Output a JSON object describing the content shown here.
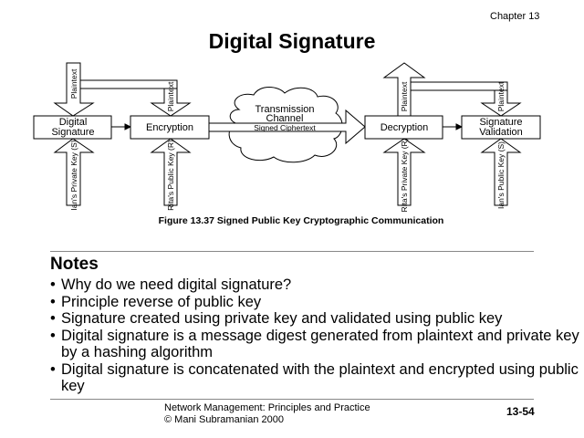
{
  "header": {
    "chapter": "Chapter 13",
    "title": "Digital Signature"
  },
  "diagram": {
    "boxes": {
      "signature_line1": "Digital",
      "signature_line2": "Signature",
      "encryption": "Encryption",
      "decryption": "Decryption",
      "validation_line1": "Signature",
      "validation_line2": "Validation"
    },
    "cloud_line1": "Transmission",
    "cloud_line2": "Channel",
    "cipher_label": "Signed Ciphertext",
    "plaintext": "Plaintext",
    "keys": {
      "ian_private": "Ian's Private Key (S)",
      "rita_public": "Rita's Public Key (R)",
      "rita_private": "Rita's Private Key (R)",
      "ian_public": "Ian's Public Key (S)"
    }
  },
  "caption": "Figure 13.37 Signed Public Key Cryptographic Communication",
  "notes": {
    "heading": "Notes",
    "bullets": [
      "Why do we need digital signature?",
      "Principle reverse of public key",
      "Signature created using private key and validated using public key",
      "Digital signature is a message digest generated from plaintext and private key by a hashing algorithm",
      "Digital signature is concatenated with the plaintext and encrypted using public key"
    ]
  },
  "footer": {
    "line1": "Network Management: Principles and Practice",
    "line2": "© Mani Subramanian 2000",
    "page": "13-54"
  }
}
